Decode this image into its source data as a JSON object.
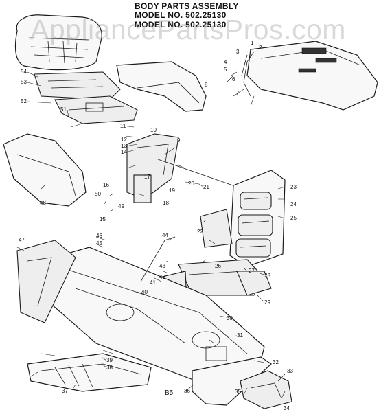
{
  "title": {
    "line1": "BODY PARTS ASSEMBLY",
    "line2": "MODEL NO. 502.25130",
    "line3": "MODEL NO. 502.25130"
  },
  "watermark": "AppliancePartsPros.com",
  "page_code": "B5",
  "callouts": {
    "c1": "1",
    "c2": "2",
    "c3": "3",
    "c4": "4",
    "c5": "5",
    "c6": "6",
    "c7": "7",
    "c8": "8",
    "c9": "9",
    "c10": "10",
    "c11": "11",
    "c12": "12",
    "c13": "13",
    "c14": "14",
    "c15": "15",
    "c16": "16",
    "c17": "17",
    "c18": "18",
    "c19": "19",
    "c20": "20",
    "c21": "21",
    "c22": "22",
    "c23": "23",
    "c24": "24",
    "c25": "25",
    "c26": "26",
    "c27": "27",
    "c28": "28",
    "c29": "29",
    "c30": "30",
    "c31": "31",
    "c32": "32",
    "c33": "33",
    "c34": "34",
    "c35": "35",
    "c36": "36",
    "c37": "37",
    "c38": "38",
    "c39": "39",
    "c40": "40",
    "c41": "41",
    "c42": "42",
    "c43": "43",
    "c44": "44",
    "c45": "45",
    "c46": "46",
    "c47": "47",
    "c48": "48",
    "c49": "49",
    "c50": "50",
    "c51": "51",
    "c52": "52",
    "c53": "53",
    "c54": "54"
  }
}
